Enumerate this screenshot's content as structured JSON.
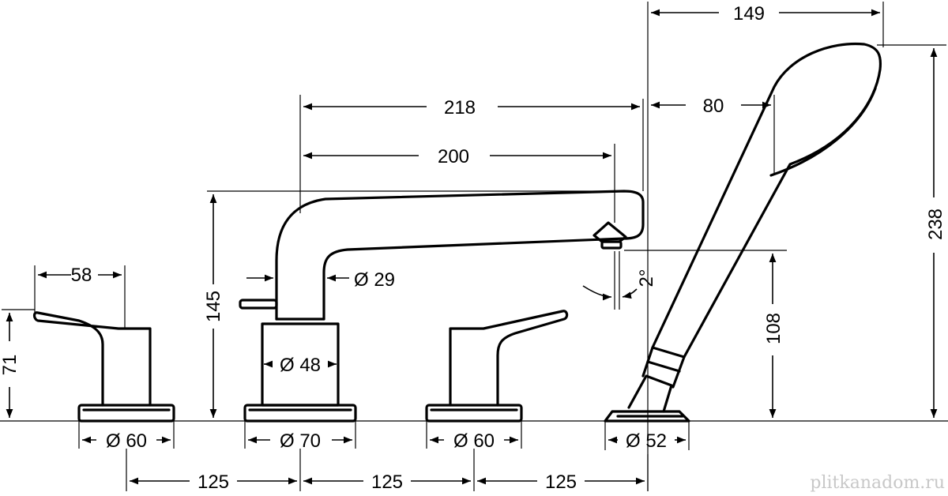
{
  "title": "Technical drawing: 4-hole deck-mounted bath mixer with hand shower",
  "dimensions": {
    "lever_reach": "58",
    "lever_height": "71",
    "valve_rosette_left": "Ø 60",
    "spout_rosette": "Ø 70",
    "valve_rosette_right": "Ø 60",
    "shower_holder_base": "Ø 52",
    "spacing_1": "125",
    "spacing_2": "125",
    "spacing_3": "125",
    "spout_reach_total": "218",
    "spout_reach_outlet": "200",
    "spout_height": "145",
    "spout_tube_diameter": "Ø 29",
    "spout_body_diameter": "Ø 48",
    "outlet_angle": "2°",
    "handshower_length": "149",
    "handshower_head": "80",
    "handshower_height": "238",
    "outlet_height": "108"
  },
  "watermark": "plitkanadom.ru"
}
